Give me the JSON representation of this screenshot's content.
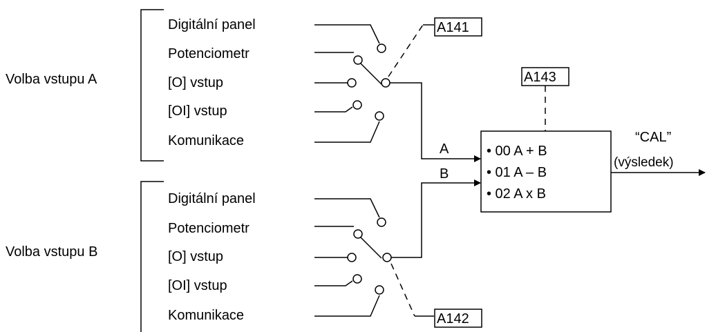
{
  "group_a": {
    "title": "Volba vstupu A",
    "inputs": [
      "Digitální panel",
      "Potenciometr",
      "[O] vstup",
      "[OI] vstup",
      "Komunikace"
    ],
    "param": "A141"
  },
  "group_b": {
    "title": "Volba vstupu B",
    "inputs": [
      "Digitální panel",
      "Potenciometr",
      "[O] vstup",
      "[OI] vstup",
      "Komunikace"
    ],
    "param": "A142"
  },
  "operator": {
    "param": "A143",
    "input_a_label": "A",
    "input_b_label": "B",
    "options": [
      "• 00 A + B",
      "• 01 A – B",
      "• 02 A x B"
    ]
  },
  "output": {
    "name": "“CAL”",
    "sub": "(výsledek)"
  }
}
